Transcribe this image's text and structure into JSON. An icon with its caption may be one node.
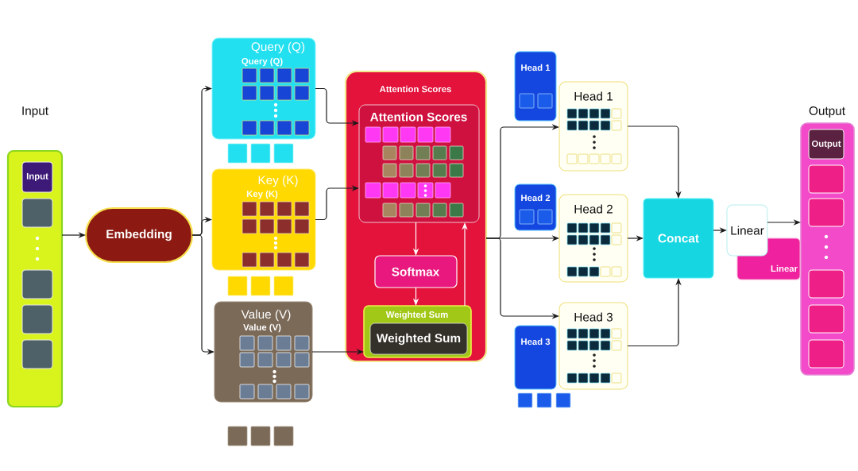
{
  "diagram": {
    "nodes": [
      {
        "text": [
          "Input"
        ]
      },
      {
        "text": [
          "Input"
        ],
        "in": 0
      },
      {
        "text": [],
        "shape": "box",
        "in": 0
      },
      {
        "text": [],
        "shape": "box",
        "in": 0
      },
      {
        "text": [],
        "shape": "box",
        "in": 0
      },
      {
        "text": [],
        "shape": "box",
        "in": 0
      },
      {
        "text": [
          "Embedding"
        ]
      },
      {
        "text": [
          "Query (Q)",
          "Query (Q)"
        ]
      },
      {
        "text": [
          "Key (K)",
          "Key (K)"
        ]
      },
      {
        "text": [
          "Value (V)",
          "Value (V)"
        ]
      },
      {
        "text": [
          "Attention Scores"
        ]
      },
      {
        "text": [
          "Attention Scores"
        ],
        "in": 10
      },
      {
        "text": [
          "Softmax"
        ],
        "in": 10
      },
      {
        "text": [
          "Weighted Sum"
        ],
        "in": 10
      },
      {
        "text": [
          "Weighted Sum"
        ],
        "in": 13
      },
      {
        "text": [
          "Head 1"
        ]
      },
      {
        "text": [
          "Head 1"
        ]
      },
      {
        "text": [
          "Head 2"
        ]
      },
      {
        "text": [
          "Head 2"
        ]
      },
      {
        "text": [
          "Head 3"
        ]
      },
      {
        "text": [
          "Head 3"
        ]
      },
      {
        "text": [
          "Concat"
        ]
      },
      {
        "text": [
          "Linear"
        ]
      },
      {
        "text": [
          "Linear"
        ]
      },
      {
        "text": [
          "Output"
        ]
      },
      {
        "text": [
          "Output"
        ],
        "in": 24
      },
      {
        "text": [],
        "shape": "box",
        "in": 24
      },
      {
        "text": [],
        "shape": "box",
        "in": 24
      },
      {
        "text": [],
        "shape": "box",
        "in": 24
      },
      {
        "text": [],
        "shape": "box",
        "in": 24
      },
      {
        "text": [],
        "shape": "box",
        "in": 24
      }
    ],
    "edges": [
      {
        "from": 0,
        "to": 6,
        "arrow": "to"
      },
      {
        "from": 6,
        "to": 7,
        "arrow": "to"
      },
      {
        "from": 6,
        "to": 8,
        "arrow": "to"
      },
      {
        "from": 6,
        "to": 9,
        "arrow": "to"
      },
      {
        "from": 7,
        "to": 11,
        "arrow": "to"
      },
      {
        "from": 8,
        "to": 11,
        "arrow": "to"
      },
      {
        "from": 9,
        "to": 13,
        "arrow": "to"
      },
      {
        "from": 11,
        "to": 12,
        "arrow": "to",
        "color": "#ffffff"
      },
      {
        "from": 12,
        "to": 13,
        "arrow": "to",
        "color": "#ffffff"
      },
      {
        "from": 13,
        "to": 11,
        "arrow": "to",
        "color": "#ffffff"
      },
      {
        "from": 10,
        "to": 16,
        "arrow": "to"
      },
      {
        "from": 10,
        "to": 18,
        "arrow": "to"
      },
      {
        "from": 10,
        "to": 19,
        "arrow": "to"
      },
      {
        "from": 16,
        "to": 21,
        "arrow": "to"
      },
      {
        "from": 18,
        "to": 21,
        "arrow": "to"
      },
      {
        "from": 19,
        "to": 21,
        "arrow": "to"
      },
      {
        "from": 21,
        "to": 22,
        "arrow": "to"
      },
      {
        "from": 22,
        "to": 24,
        "arrow": "to"
      }
    ]
  }
}
